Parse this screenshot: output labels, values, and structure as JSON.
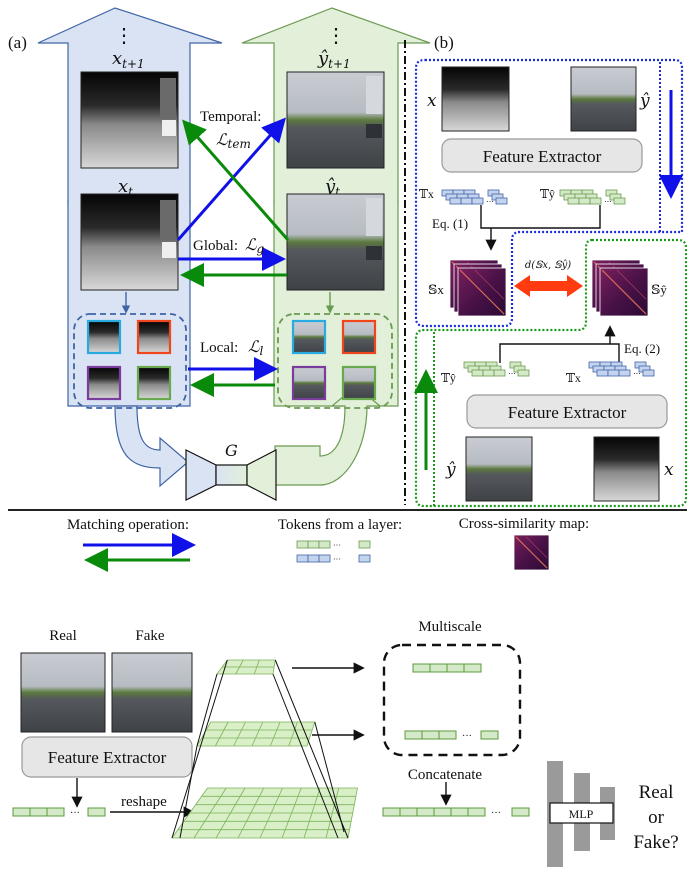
{
  "panel_a": {
    "label": "(a)",
    "source_stream": {
      "frame_next": "x_{t+1}",
      "frame_curr": "x_t",
      "dots": "⋮"
    },
    "target_stream": {
      "frame_next": "ŷ_{t+1}",
      "frame_curr": "ŷ_t",
      "dots": "⋮"
    },
    "losses": {
      "temporal_label": "Temporal:",
      "temporal_symbol": "ℒtem",
      "global_label": "Global: ",
      "global_symbol": "ℒg",
      "local_label": "Local: ",
      "local_symbol": "ℒl"
    },
    "generator_label": "G",
    "patch_colors": [
      "#29abe2",
      "#f0461e",
      "#7a3d9e",
      "#6aa84f"
    ]
  },
  "panel_b": {
    "label": "(b)",
    "top": {
      "img_left_label": "x",
      "img_right_label": "ŷ",
      "extractor_label": "Feature Extractor",
      "tokens_left": "𝕋x",
      "tokens_right": "𝕋ŷ",
      "equation": "Eq. (1)",
      "sim_label": "𝕊x"
    },
    "bottom": {
      "img_left_label": "ŷ",
      "img_right_label": "x",
      "extractor_label": "Feature Extractor",
      "tokens_left": "𝕋ŷ",
      "tokens_right": "𝕋x",
      "equation": "Eq. (2)",
      "sim_label": "𝕊ŷ"
    },
    "distance_label": "d(𝕊x, 𝕊ŷ)"
  },
  "legend": {
    "matching_label": "Matching operation:",
    "tokens_label": "Tokens from a layer:",
    "similarity_label": "Cross-similarity map:",
    "dots": "···"
  },
  "discriminator": {
    "real_label": "Real",
    "fake_label": "Fake",
    "extractor_label": "Feature Extractor",
    "reshape_label": "reshape",
    "multiscale_label": "Multiscale",
    "concatenate_label": "Concatenate",
    "mlp_label": "MLP",
    "output_line1": "Real",
    "output_line2": "or",
    "output_line3": "Fake?",
    "dots": "···"
  },
  "colors": {
    "blue_arrow": "#1010e8",
    "green_arrow": "#0a8a0a",
    "blue_fill": "#dae3f3",
    "blue_stroke": "#3f64a6",
    "green_fill": "#e2efd9",
    "green_stroke": "#6a9a50",
    "red_arrow": "#ff3b0f"
  }
}
